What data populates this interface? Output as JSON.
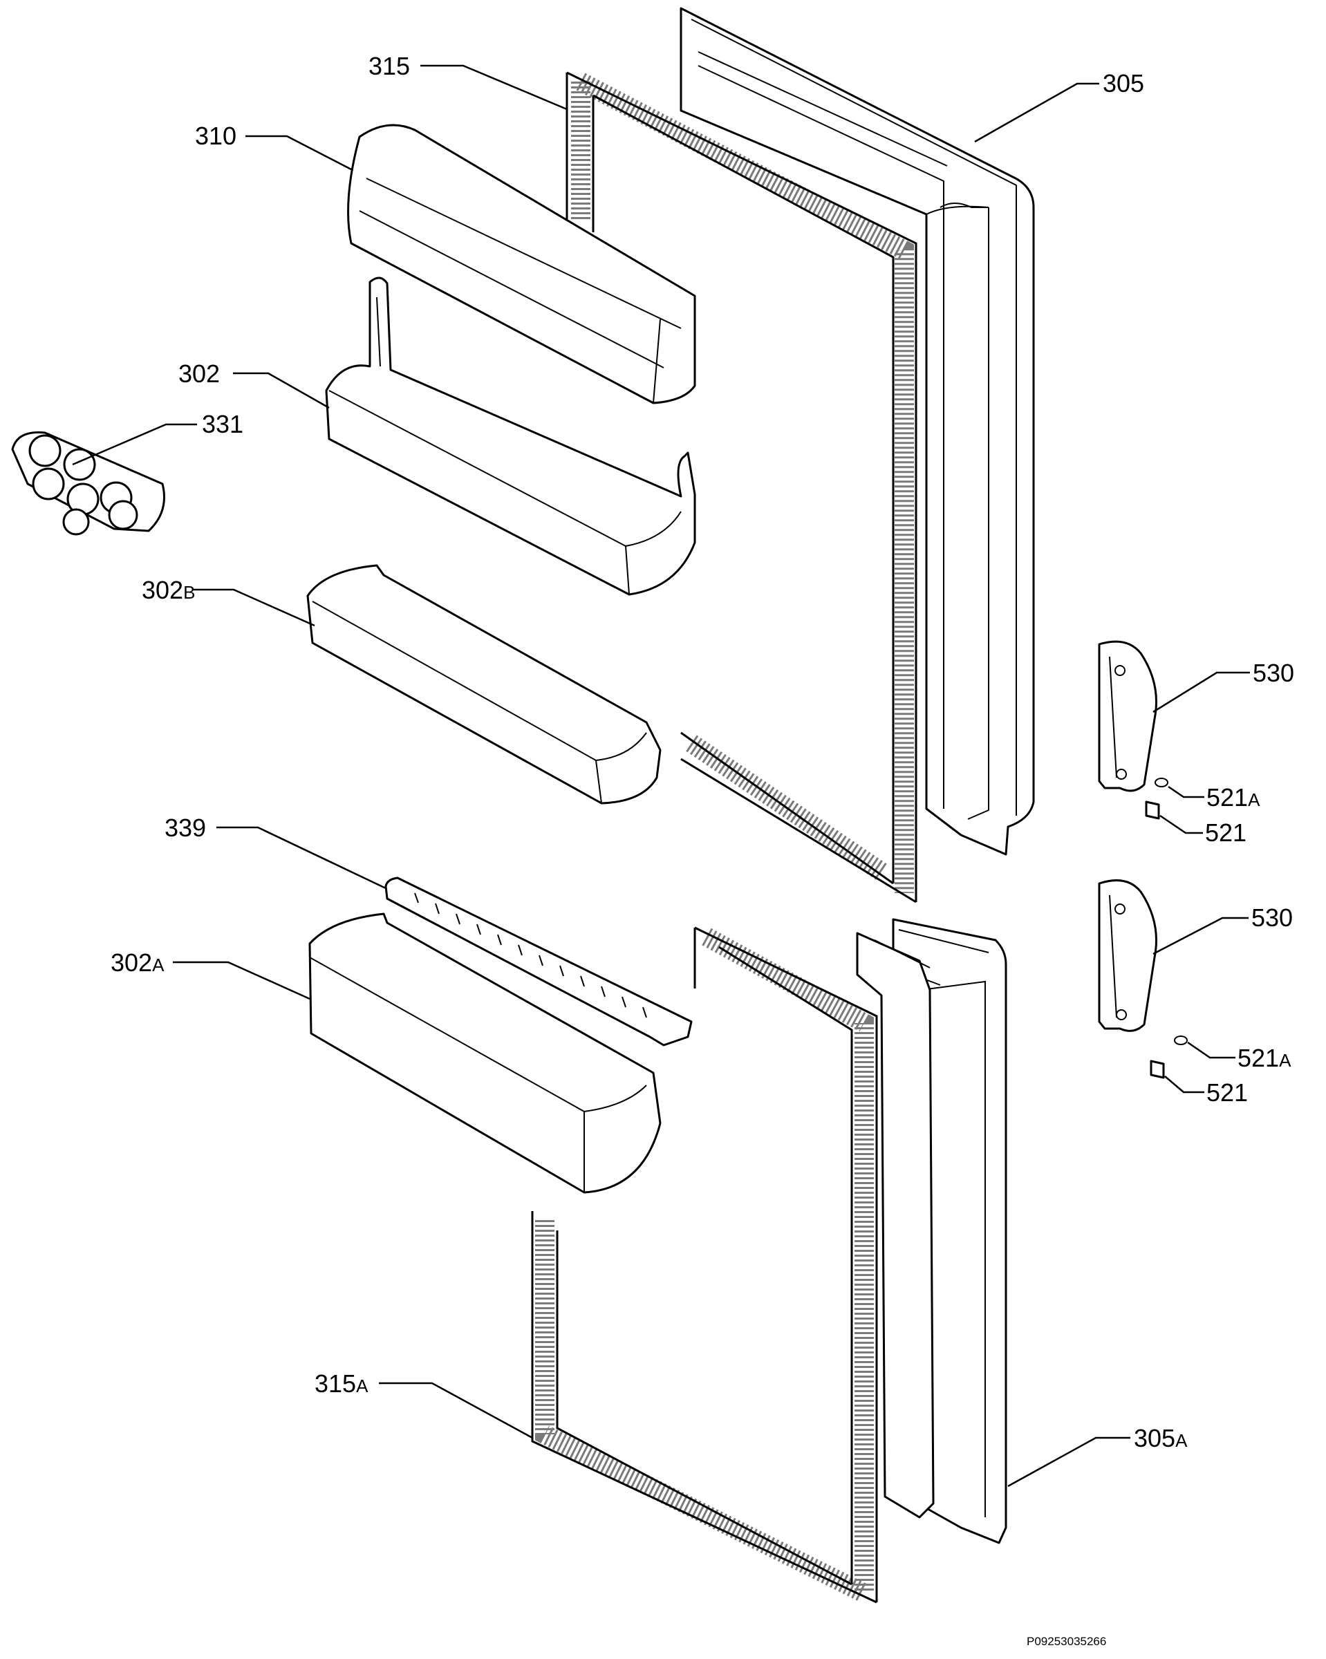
{
  "labels": {
    "p315": "315",
    "p305": "305",
    "p310": "310",
    "p302": "302",
    "p331": "331",
    "p302b_num": "302",
    "p302b_suf": "B",
    "p530_top": "530",
    "p521a_top_num": "521",
    "p521a_top_suf": "A",
    "p521_top": "521",
    "p339": "339",
    "p530_bottom": "530",
    "p302a_num": "302",
    "p302a_suf": "A",
    "p521a_bottom_num": "521",
    "p521a_bottom_suf": "A",
    "p521_bottom": "521",
    "p315a_num": "315",
    "p315a_suf": "A",
    "p305a_num": "305",
    "p305a_suf": "A"
  },
  "drawing_code": "P09253035266",
  "colors": {
    "line": "#000000",
    "seal": "#7a7a7a",
    "background": "#ffffff"
  }
}
